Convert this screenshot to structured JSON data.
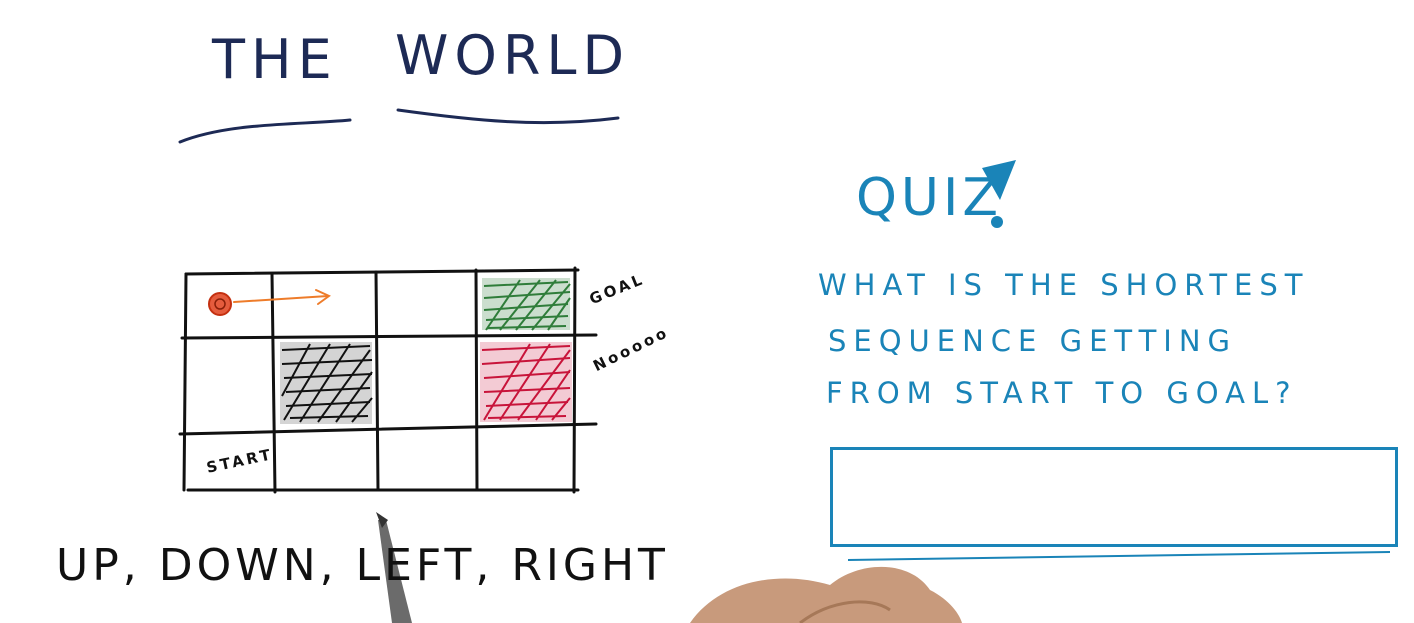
{
  "title": {
    "word1": "THE",
    "word2": "WORLD"
  },
  "grid": {
    "rows": 3,
    "cols": 4,
    "start_label": "START",
    "goal_label": "GOAL",
    "bad_label": "Nooooo",
    "colors": {
      "agent": "#e0401b",
      "arrow": "#ee7c2a",
      "goal": "#2f7d3a",
      "bad": "#c8143a",
      "wall": "#111111"
    }
  },
  "actions_text": "UP, DOWN, LEFT, RIGHT",
  "quiz": {
    "heading": "QUIZ",
    "exclaim": "!",
    "question_line1": "WHAT IS THE SHORTEST",
    "question_line2": "SEQUENCE GETTING",
    "question_line3": "FROM START TO GOAL?",
    "accent_color": "#1a84b8"
  }
}
